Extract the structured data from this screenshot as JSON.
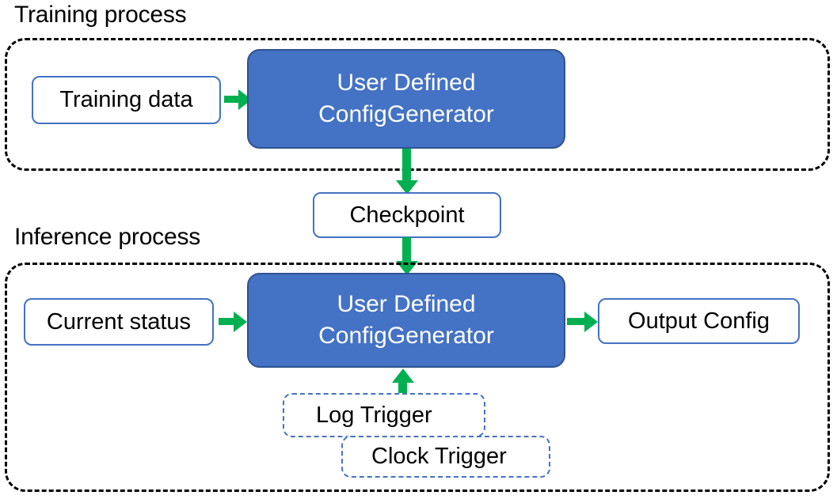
{
  "diagram": {
    "sections": [
      {
        "id": "training",
        "title": "Training process"
      },
      {
        "id": "inference",
        "title": "Inference process"
      }
    ],
    "nodes": {
      "training_data": "Training data",
      "training_generator_line1": "User Defined",
      "training_generator_line2": "ConfigGenerator",
      "checkpoint": "Checkpoint",
      "current_status": "Current status",
      "inference_generator_line1": "User Defined",
      "inference_generator_line2": "ConfigGenerator",
      "output_config": "Output Config",
      "log_trigger": "Log Trigger",
      "clock_trigger": "Clock Trigger"
    },
    "edges": [
      {
        "from": "Training data",
        "to": "User Defined ConfigGenerator",
        "direction": "right"
      },
      {
        "from": "User Defined ConfigGenerator",
        "to": "Checkpoint",
        "direction": "down"
      },
      {
        "from": "Checkpoint",
        "to": "User Defined ConfigGenerator",
        "direction": "down"
      },
      {
        "from": "Current status",
        "to": "User Defined ConfigGenerator",
        "direction": "right"
      },
      {
        "from": "User Defined ConfigGenerator",
        "to": "Output Config",
        "direction": "right"
      },
      {
        "from": "Log Trigger",
        "to": "User Defined ConfigGenerator",
        "direction": "up"
      }
    ],
    "colors": {
      "process_fill": "#4472C4",
      "process_stroke": "#2F528F",
      "data_box_stroke": "#4472C4",
      "trigger_stroke": "#4472C4",
      "arrow": "#00B050",
      "container_stroke": "#000000",
      "text_dark": "#000000",
      "text_light": "#FFFFFF",
      "background": "#FFFFFF"
    }
  }
}
